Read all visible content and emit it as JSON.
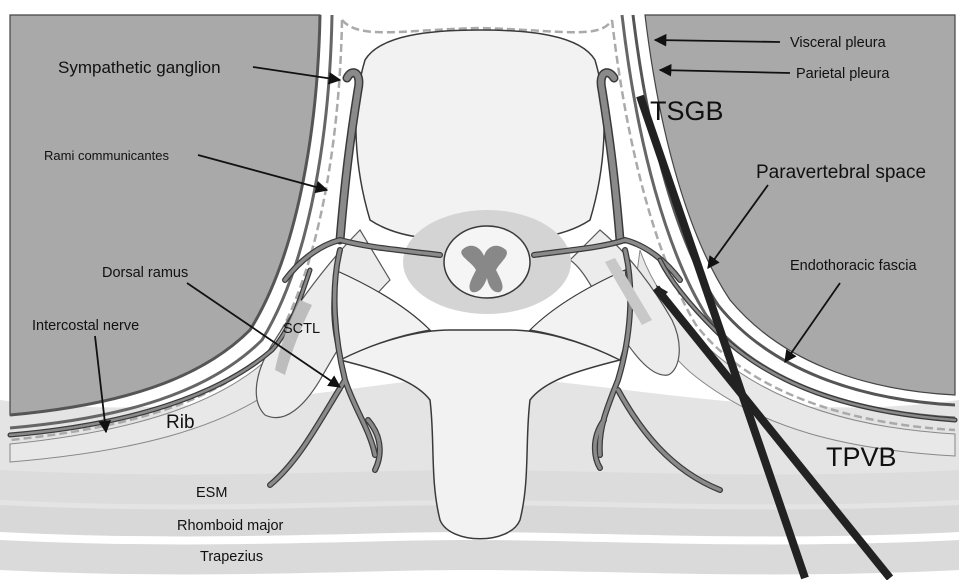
{
  "labels": {
    "sympathetic_ganglion": "Sympathetic ganglion",
    "rami_communicantes": "Rami communicantes",
    "dorsal_ramus": "Dorsal ramus",
    "intercostal_nerve": "Intercostal nerve",
    "sctl": "SCTL",
    "rib": "Rib",
    "esm": "ESM",
    "rhomboid_major": "Rhomboid major",
    "trapezius": "Trapezius",
    "visceral_pleura": "Visceral pleura",
    "parietal_pleura": "Parietal pleura",
    "tsgb": "TSGB",
    "paravertebral_space": "Paravertebral space",
    "endothoracic_fascia": "Endothoracic fascia",
    "tpvb": "TPVB"
  },
  "colors": {
    "lung": "#a9a9a9",
    "tissue_light": "#e6e6e6",
    "tissue_mid": "#d2d2d2",
    "bone": "#efefef",
    "nerve": "#8a8a8a",
    "outline": "#3a3a3a",
    "needle": "#222222"
  }
}
